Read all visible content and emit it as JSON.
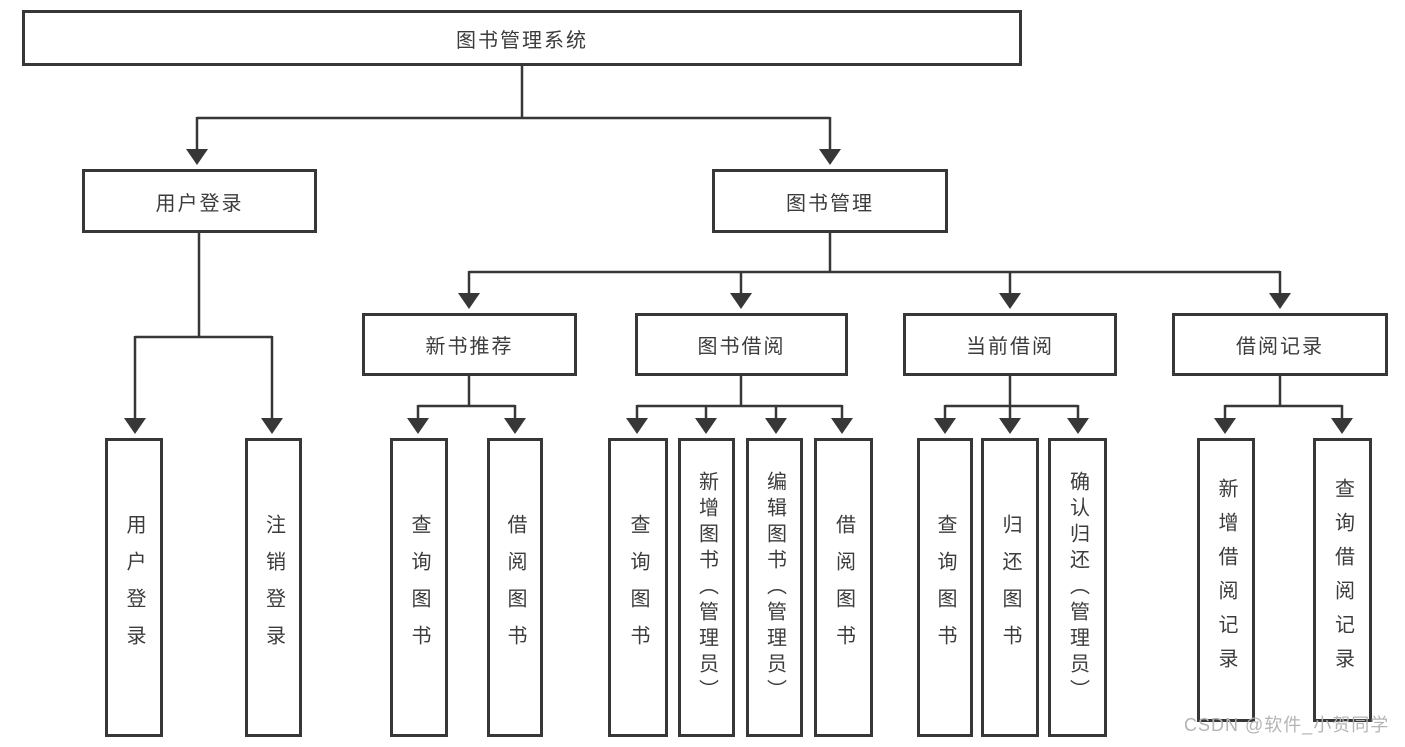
{
  "diagram": {
    "root": "图书管理系统",
    "level2": [
      {
        "label": "用户登录",
        "children": [
          "用户登录",
          "注销登录"
        ]
      },
      {
        "label": "图书管理"
      }
    ],
    "level3": [
      {
        "label": "新书推荐",
        "children": [
          "查询图书",
          "借阅图书"
        ]
      },
      {
        "label": "图书借阅",
        "children": [
          "查询图书",
          "新增图书（管理员）",
          "编辑图书（管理员）",
          "借阅图书"
        ]
      },
      {
        "label": "当前借阅",
        "children": [
          "查询图书",
          "归还图书",
          "确认归还（管理员）"
        ]
      },
      {
        "label": "借阅记录",
        "children": [
          "新增借阅记录",
          "查询借阅记录"
        ]
      }
    ]
  },
  "watermark": "CSDN @软件_小贺同学",
  "colors": {
    "line": "#373737",
    "text": "#3c3c3c",
    "watermark": "#b4b4b4",
    "background": "#ffffff"
  }
}
